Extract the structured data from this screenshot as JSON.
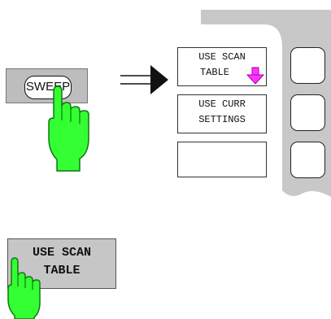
{
  "hardkey": {
    "label": "SWEEP"
  },
  "softkeys": [
    {
      "line1": "USE SCAN",
      "line2": "TABLE"
    },
    {
      "line1": "USE CURR",
      "line2": "SETTINGS"
    },
    {
      "line1": "",
      "line2": ""
    }
  ],
  "result_key": {
    "line1": "USE SCAN",
    "line2": "TABLE"
  },
  "colors": {
    "panel_gray": "#c8c8c8",
    "hand_green": "#33ff33",
    "submenu_arrow": "#ff33ff"
  }
}
